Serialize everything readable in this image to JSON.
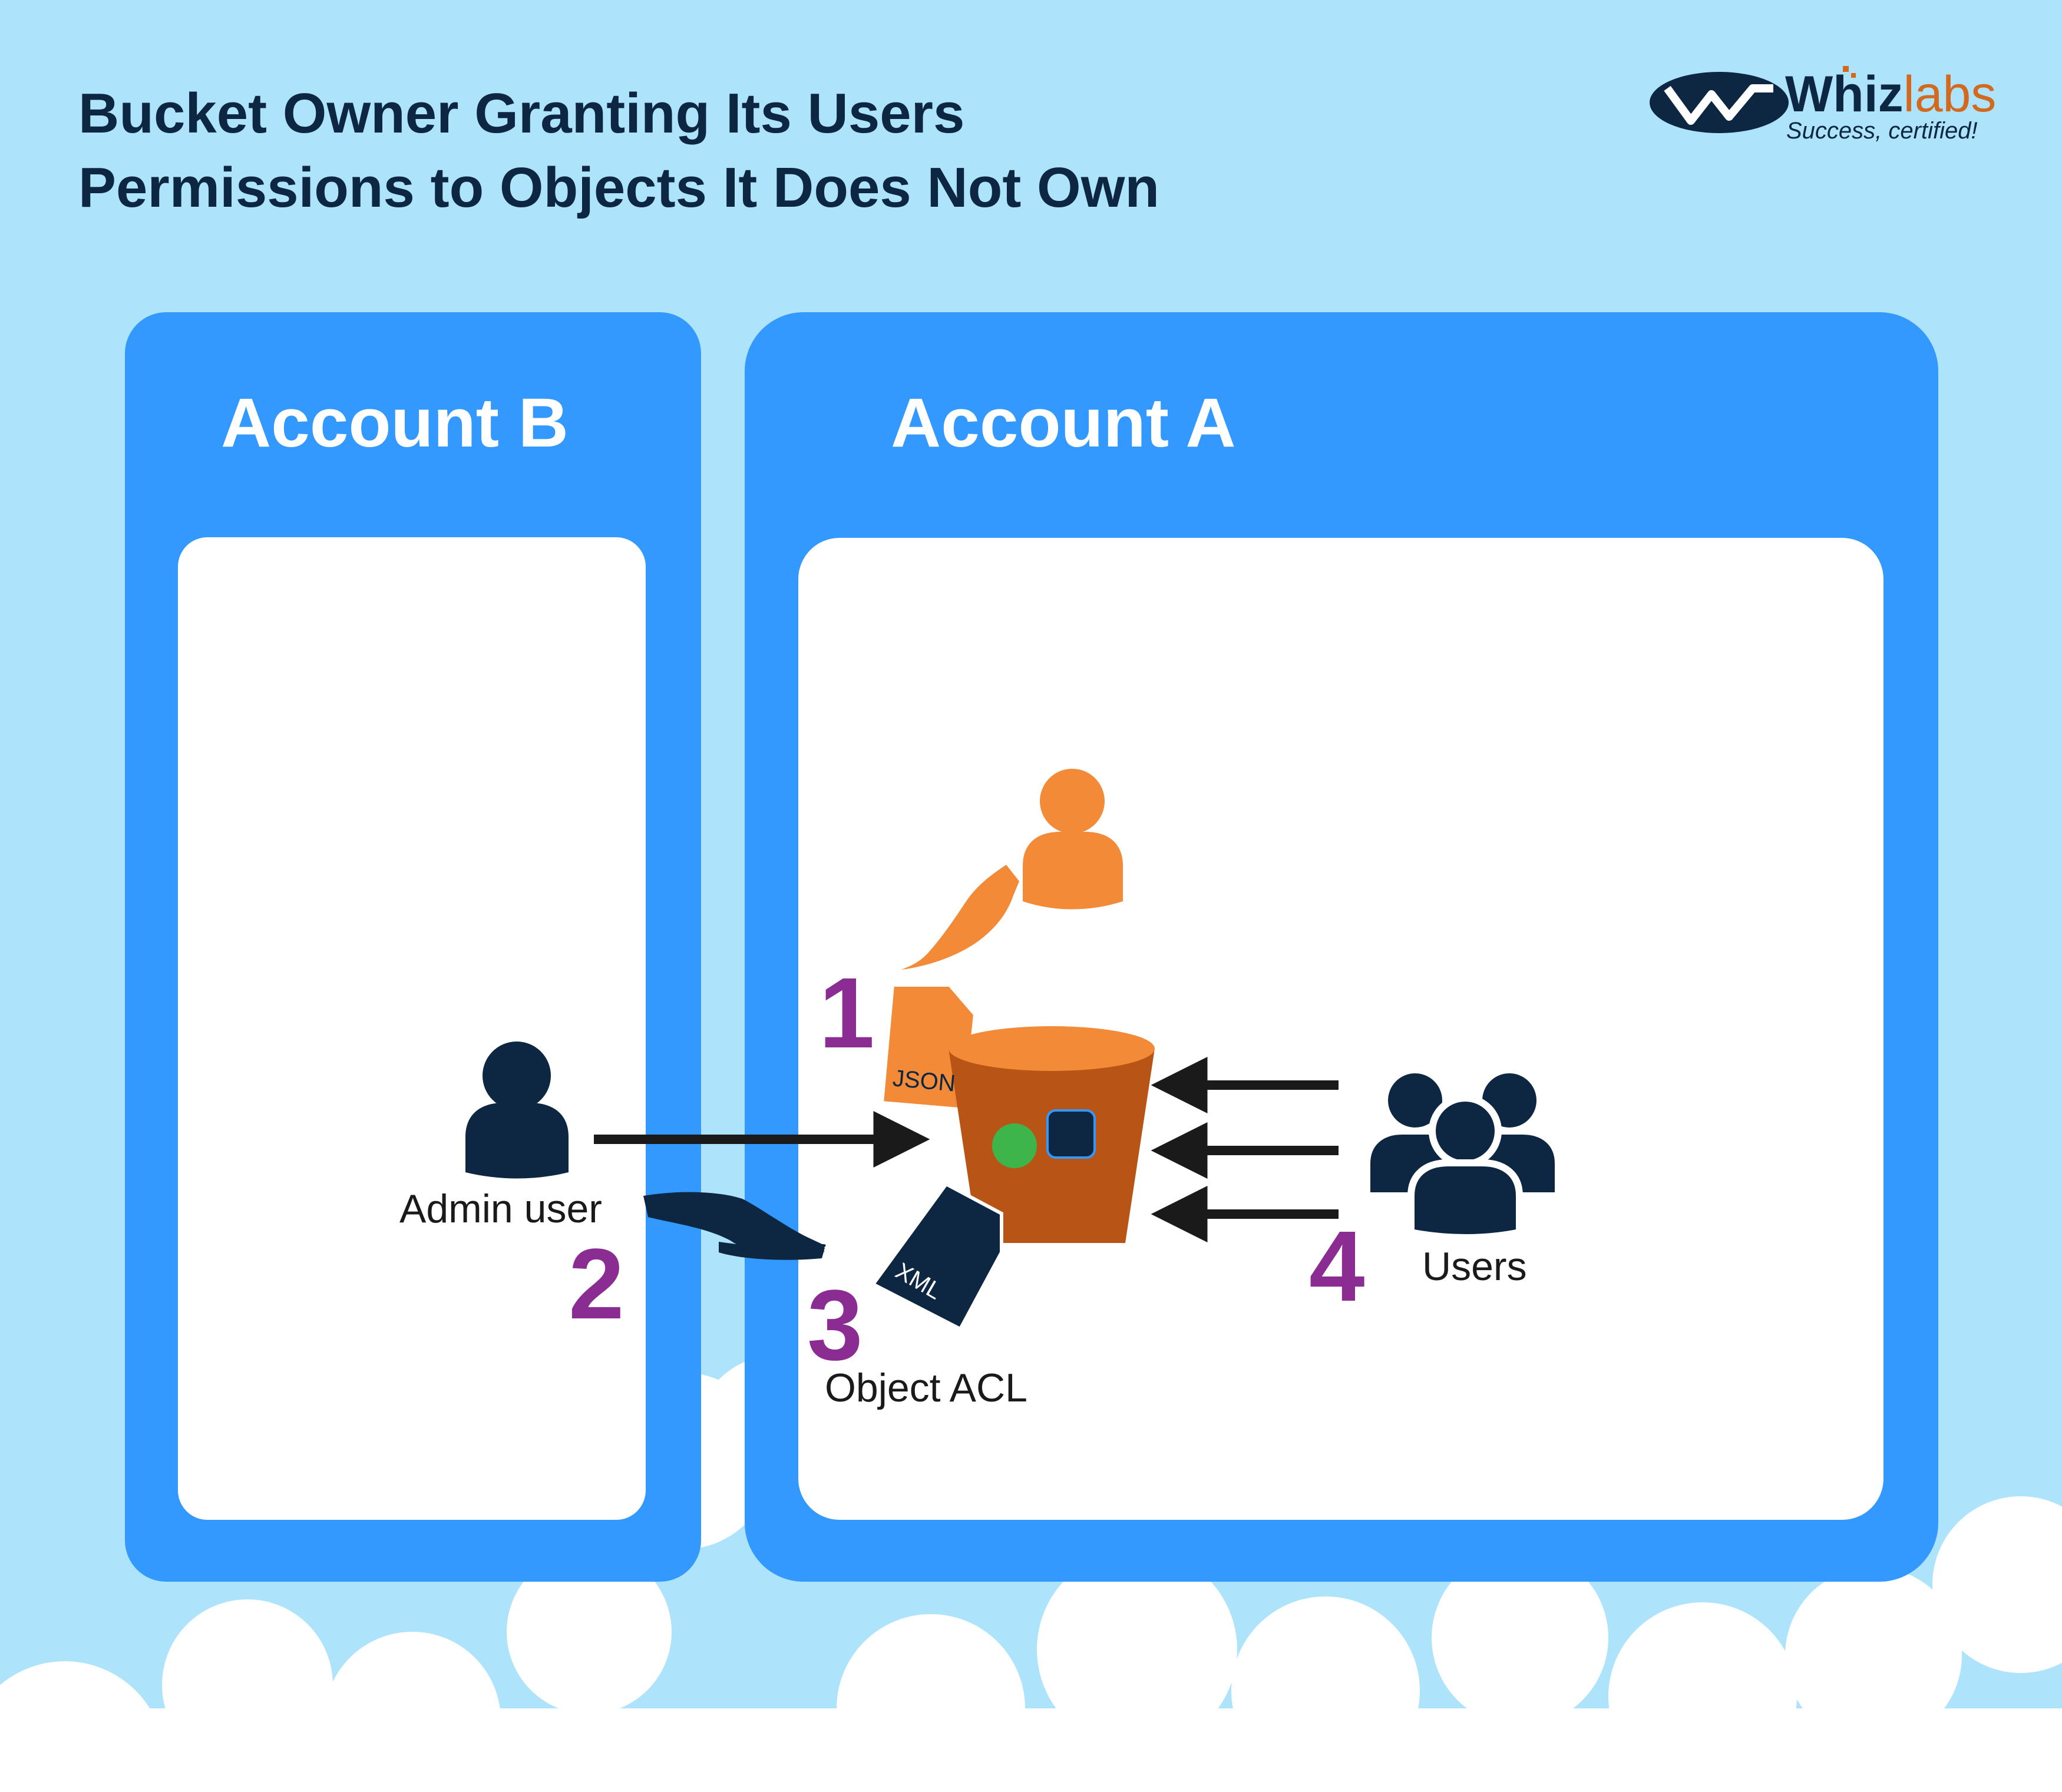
{
  "title": {
    "line1": "Bucket Owner Granting Its Users",
    "line2": "Permissions to Objects It Does Not Own"
  },
  "logo": {
    "brand_main": "Whiz",
    "brand_accent": "labs",
    "tagline": "Success, certified!"
  },
  "accounts": {
    "b": {
      "title": "Account B"
    },
    "a": {
      "title": "Account A"
    }
  },
  "labels": {
    "admin_user": "Admin user",
    "users": "Users",
    "object_acl": "Object ACL",
    "json_doc": "JSON",
    "xml_doc": "XML"
  },
  "steps": [
    "1",
    "2",
    "3",
    "4"
  ],
  "colors": {
    "background": "#ade3fb",
    "panel": "#3399fe",
    "panel_inner": "#ffffff",
    "navy": "#0d2642",
    "orange": "#f28a38",
    "bucket": "#b85516",
    "step_number": "#8b2c92",
    "green_dot": "#3db54a"
  },
  "icons": [
    "admin-user-icon",
    "bucket-owner-icon",
    "users-group-icon",
    "s3-bucket-icon",
    "json-document-icon",
    "xml-document-icon",
    "hand-icon",
    "arrow-icon",
    "whizlabs-logo-icon",
    "cloud-icon"
  ]
}
